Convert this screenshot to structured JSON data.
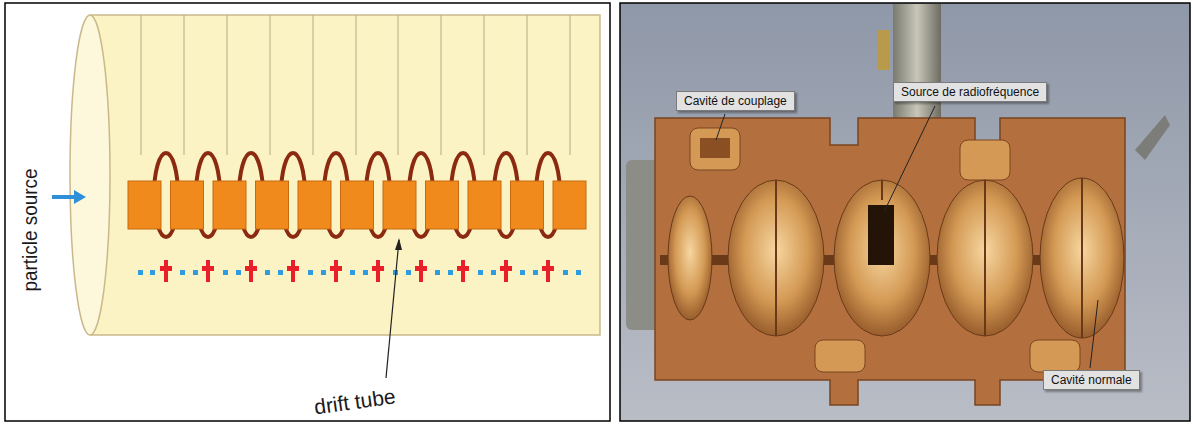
{
  "diagram": {
    "nodes": [
      {
        "text": [
          "Cavité de couplage"
        ]
      },
      {
        "text": [
          "Source de radiofréquence"
        ]
      },
      {
        "text": [
          "Cavité normale"
        ]
      }
    ],
    "labels": [
      "particle source",
      "drift tube"
    ]
  }
}
